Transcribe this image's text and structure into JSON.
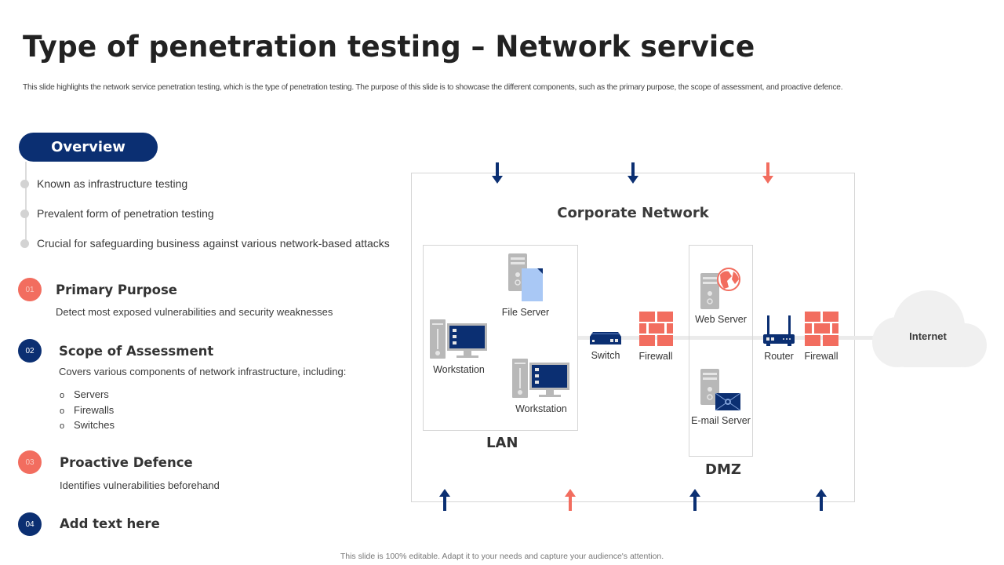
{
  "slide": {
    "title": "Type of penetration testing – Network service",
    "subtitle": "This slide highlights the network service penetration testing, which is the type of penetration testing. The purpose of this slide is to showcase the different components, such as the primary purpose, the scope of assessment, and proactive defence.",
    "footer": "This slide is 100% editable. Adapt it to your needs and capture your audience's attention."
  },
  "overview": {
    "label": "Overview",
    "items": [
      "Known as infrastructure testing",
      "Prevalent form of penetration testing",
      "Crucial for safeguarding business against various network-based attacks"
    ]
  },
  "sections": [
    {
      "number": "01",
      "title": "Primary Purpose",
      "description": "Detect most exposed vulnerabilities and security weaknesses",
      "color": "#f26d5f"
    },
    {
      "number": "02",
      "title": "Scope of Assessment",
      "description": "Covers various components of network infrastructure, including:",
      "color": "#0b2f72",
      "sub_items": [
        {
          "bullet": "o",
          "text": "Servers"
        },
        {
          "bullet": "o",
          "text": "Firewalls"
        },
        {
          "bullet": "o",
          "text": "Switches"
        }
      ]
    },
    {
      "number": "03",
      "title": "Proactive Defence",
      "description": "Identifies vulnerabilities beforehand",
      "color": "#f26d5f"
    },
    {
      "number": "04",
      "title": "Add text here",
      "color": "#0b2f72"
    }
  ],
  "diagram": {
    "title": "Corporate Network",
    "zones": {
      "lan": "LAN",
      "dmz": "DMZ"
    },
    "nodes": {
      "file_server": "File Server",
      "workstation_1": "Workstation",
      "workstation_2": "Workstation",
      "switch": "Switch",
      "firewall_inner": "Firewall",
      "web_server": "Web Server",
      "email_server": "E-mail Server",
      "router": "Router",
      "firewall_outer": "Firewall",
      "internet": "Internet"
    },
    "arrows_top": [
      {
        "direction": "down",
        "color": "#0b2f72"
      },
      {
        "direction": "down",
        "color": "#0b2f72"
      },
      {
        "direction": "down",
        "color": "#f26d5f"
      }
    ],
    "arrows_bottom": [
      {
        "direction": "up",
        "color": "#0b2f72"
      },
      {
        "direction": "up",
        "color": "#f26d5f"
      },
      {
        "direction": "up",
        "color": "#0b2f72"
      },
      {
        "direction": "up",
        "color": "#0b2f72"
      }
    ],
    "colors": {
      "navy": "#0b2f72",
      "coral": "#f26d5f",
      "gray": "#b8b8b8",
      "light_blue": "#a9c8f5",
      "cloud": "#f0f0f0"
    }
  }
}
